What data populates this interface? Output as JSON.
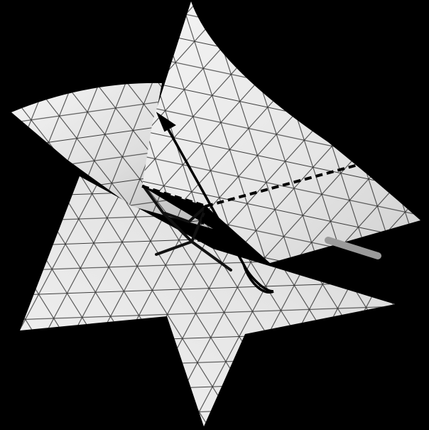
{
  "figure": {
    "background_color": "#000000",
    "sheet_fill_light": "#f2f2f2",
    "sheet_fill_shade": "#bdbdbd",
    "mesh_line_color": "#222222",
    "skeleton_color": "#111111",
    "arrow_color": "#000000",
    "handle_color": "#9a9a9a",
    "sheets": [
      {
        "name": "left-sheet",
        "mesh": "triangular"
      },
      {
        "name": "top-right-sheet",
        "mesh": "triangular"
      },
      {
        "name": "bottom-sheet",
        "mesh": "triangular"
      }
    ],
    "annotations": [
      {
        "name": "rotation-arrow",
        "style": "solid",
        "icon": "curved-arrow"
      },
      {
        "name": "edge-dashed-line",
        "style": "dashed"
      },
      {
        "name": "junction-skeleton",
        "style": "solid"
      },
      {
        "name": "pointer-stub",
        "style": "solid"
      }
    ]
  }
}
